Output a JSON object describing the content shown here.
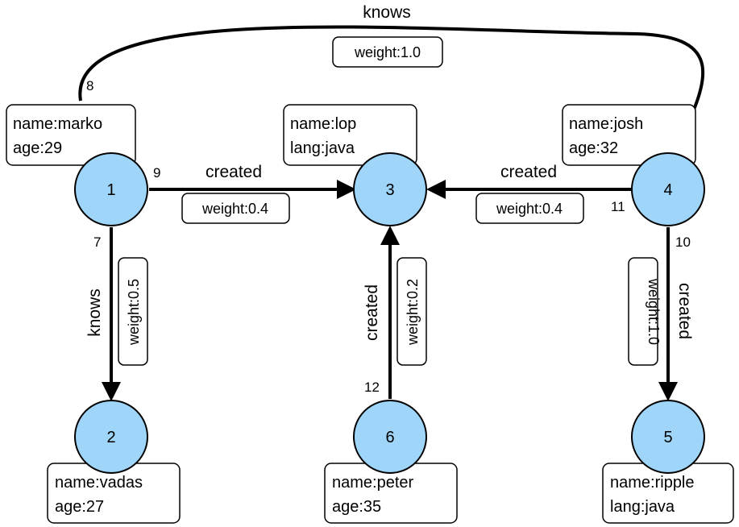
{
  "nodes": {
    "n1": {
      "id": "1",
      "props": [
        "name:marko",
        "age:29"
      ]
    },
    "n2": {
      "id": "2",
      "props": [
        "name:vadas",
        "age:27"
      ]
    },
    "n3": {
      "id": "3",
      "props": [
        "name:lop",
        "lang:java"
      ]
    },
    "n4": {
      "id": "4",
      "props": [
        "name:josh",
        "age:32"
      ]
    },
    "n5": {
      "id": "5",
      "props": [
        "name:ripple",
        "lang:java"
      ]
    },
    "n6": {
      "id": "6",
      "props": [
        "name:peter",
        "age:35"
      ]
    }
  },
  "edges": {
    "e7": {
      "id": "7",
      "label": "knows",
      "weight": "weight:0.5"
    },
    "e8": {
      "id": "8",
      "label": "knows",
      "weight": "weight:1.0"
    },
    "e9": {
      "id": "9",
      "label": "created",
      "weight": "weight:0.4"
    },
    "e10": {
      "id": "10",
      "label": "created",
      "weight": "weight:1.0"
    },
    "e11": {
      "id": "11",
      "label": "created",
      "weight": "weight:0.4"
    },
    "e12": {
      "id": "12",
      "label": "created",
      "weight": "weight:0.2"
    }
  }
}
